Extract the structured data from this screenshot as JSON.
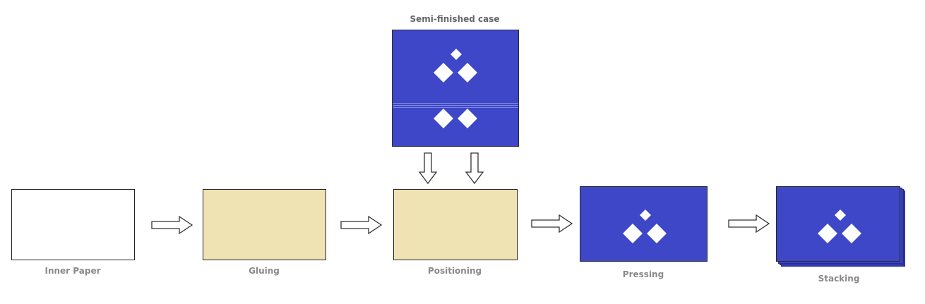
{
  "labels": {
    "semi_finished_case": "Semi-finished case",
    "inner_paper": "Inner Paper",
    "gluing": "Gluing",
    "positioning": "Positioning",
    "pressing": "Pressing",
    "stacking": "Stacking"
  },
  "colors": {
    "case_blue": "#3d47c8",
    "glue_beige": "#efe2b3",
    "logo_white": "#ffffff"
  },
  "icons": {
    "logo": "diamond-cluster-icon",
    "arrow_right": "hollow-arrow-right-icon",
    "arrow_down": "hollow-arrow-down-icon"
  }
}
